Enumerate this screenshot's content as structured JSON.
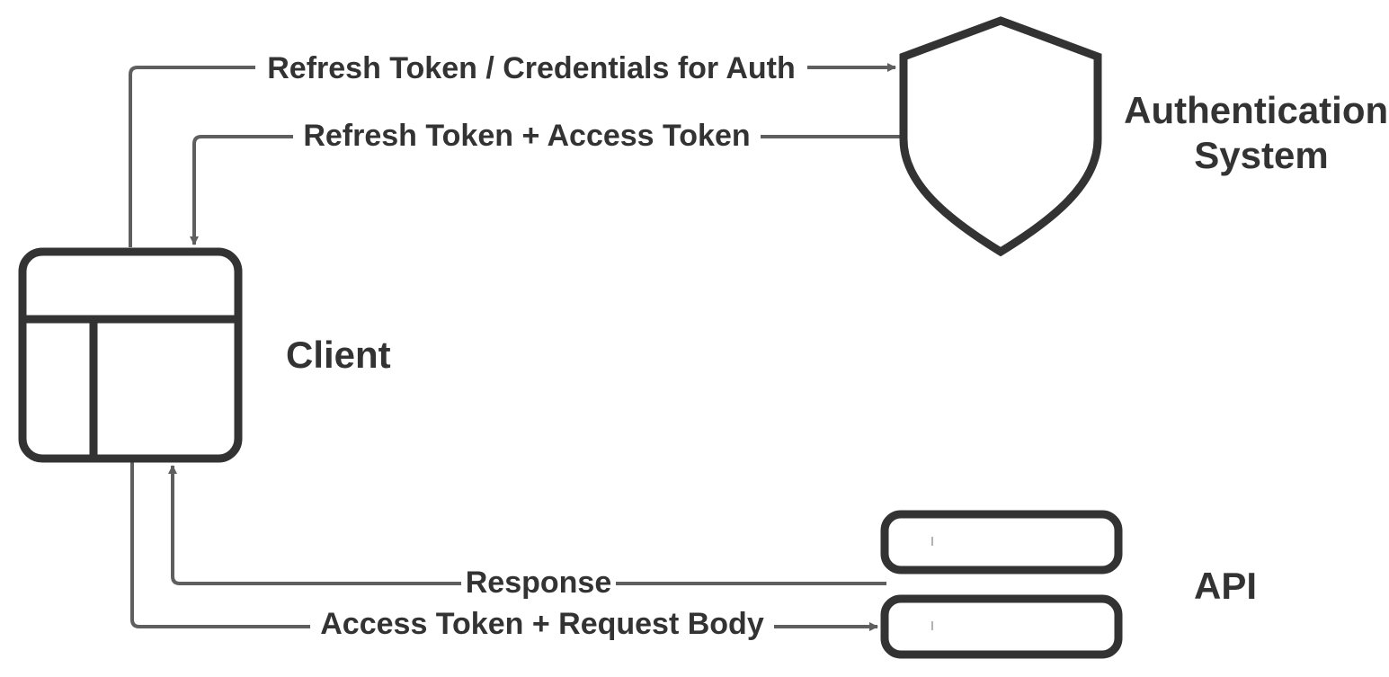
{
  "nodes": {
    "auth": {
      "label_line1": "Authentication",
      "label_line2": "System",
      "icon": "shield-icon"
    },
    "client": {
      "label": "Client",
      "icon": "window-layout-icon"
    },
    "api": {
      "label": "API",
      "icon": "server-stack-icon"
    }
  },
  "edges": [
    {
      "from": "Client",
      "to": "Authentication System",
      "label": "Refresh Token / Credentials for Auth"
    },
    {
      "from": "Authentication System",
      "to": "Client",
      "label": "Refresh Token + Access Token"
    },
    {
      "from": "API",
      "to": "Client",
      "label": "Response"
    },
    {
      "from": "Client",
      "to": "API",
      "label": "Access Token + Request Body"
    }
  ],
  "colors": {
    "stroke": "#333333",
    "connector": "#5f5f5f",
    "background": "#ffffff"
  }
}
